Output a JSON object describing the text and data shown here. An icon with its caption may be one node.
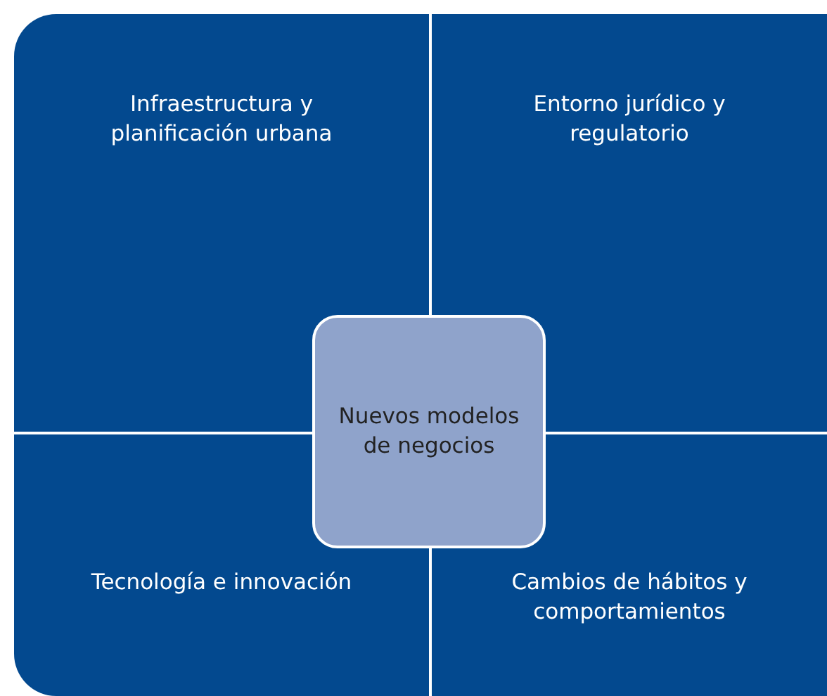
{
  "diagram": {
    "nodes": [
      {
        "text": [
          "Infraestructura y planificación urbana"
        ]
      },
      {
        "text": [
          "Entorno jurídico y regulatorio"
        ]
      },
      {
        "text": [
          "Tecnología e innovación"
        ]
      },
      {
        "text": [
          "Cambios de hábitos y comportamientos"
        ]
      },
      {
        "text": [
          "Nuevos modelos de negocios"
        ]
      }
    ],
    "edges": []
  }
}
